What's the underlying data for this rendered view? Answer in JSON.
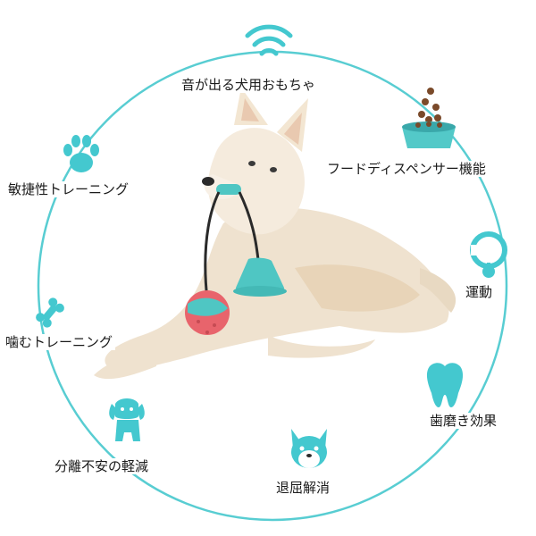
{
  "colors": {
    "ring": "#58cdd2",
    "icon": "#44c8cf",
    "bowl": "#53c9c8",
    "kibble": "#7a4a2a",
    "toy_ball": "#e8646c",
    "toy_cup": "#4fc6c3",
    "dog_fur": "#f1e4d2",
    "dog_shadow": "#d9c3a6"
  },
  "features": {
    "sound": {
      "label": "音が出る犬用おもちゃ",
      "icon": "wifi-sound-icon"
    },
    "dispenser": {
      "label": "フードディスペンサー機能",
      "icon": "food-bowl-icon"
    },
    "exercise": {
      "label": "運動",
      "icon": "dog-collar-icon"
    },
    "teeth": {
      "label": "歯磨き効果",
      "icon": "tooth-icon"
    },
    "boredom": {
      "label": "退屈解消",
      "icon": "dog-face-icon"
    },
    "separation": {
      "label": "分離不安の軽減",
      "icon": "puppy-icon"
    },
    "chew": {
      "label": "噛むトレーニング",
      "icon": "bone-icon"
    },
    "agility": {
      "label": "敏捷性トレーニング",
      "icon": "paw-icon"
    }
  },
  "product_image": "dog-with-suction-rope-toy"
}
